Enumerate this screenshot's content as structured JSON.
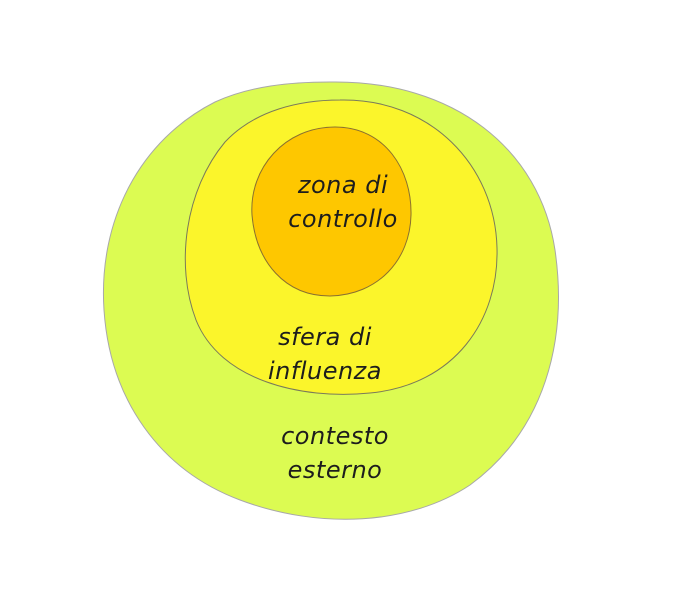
{
  "diagram": {
    "zones": [
      {
        "id": "external",
        "lines": [
          "contesto",
          "esterno"
        ],
        "color": "#dcfb52"
      },
      {
        "id": "influence",
        "lines": [
          "sfera di",
          "influenza"
        ],
        "color": "#fbf52b"
      },
      {
        "id": "control",
        "lines": [
          "zona di",
          "controllo"
        ],
        "color": "#fec700"
      }
    ]
  }
}
